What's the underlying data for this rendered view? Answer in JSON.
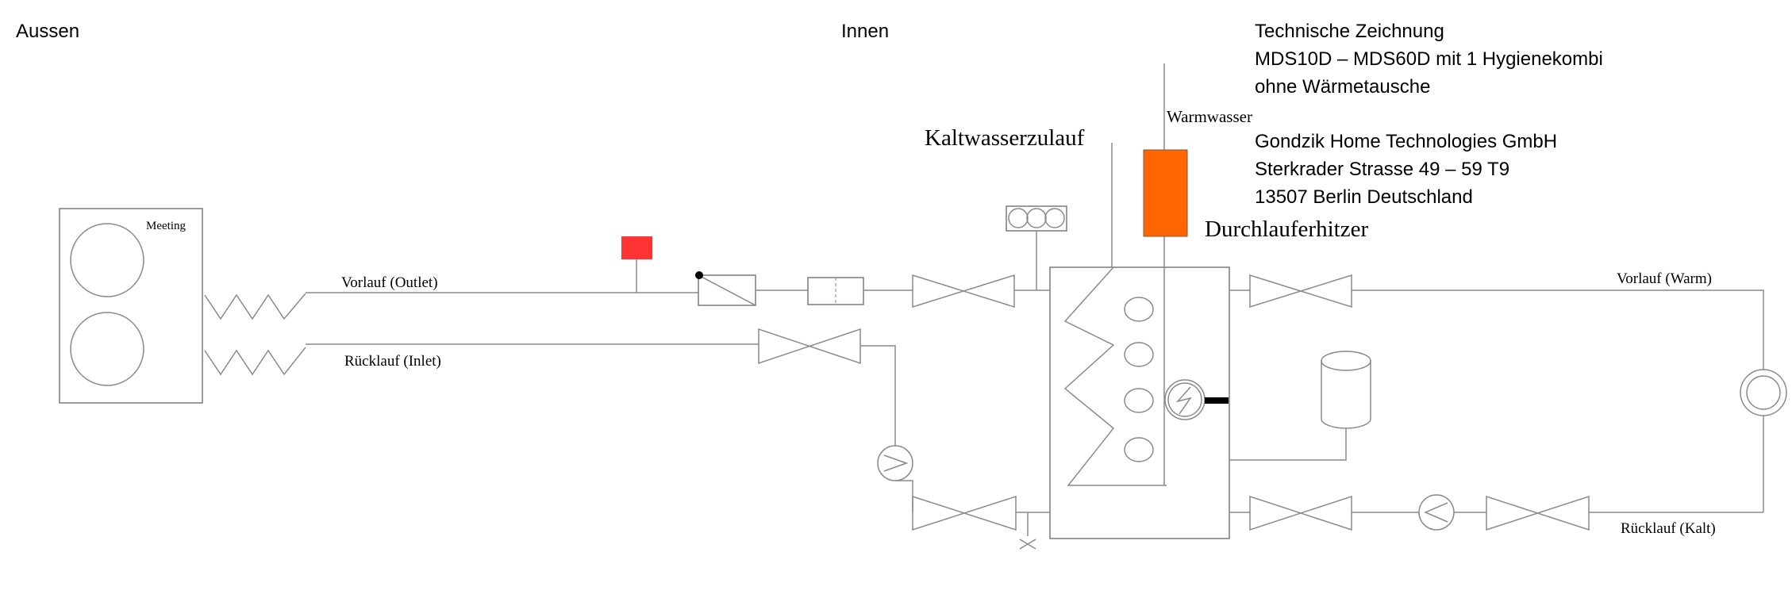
{
  "zones": {
    "outside": "Aussen",
    "inside": "Innen"
  },
  "title_block": {
    "line1": "Technische Zeichnung",
    "line2": "MDS10D – MDS60D mit 1 Hygienekombi",
    "line3": "ohne Wärmetausche",
    "company": "Gondzik Home Technologies GmbH",
    "street": "Sterkrader Strasse 49 – 59 T9",
    "city": "13507 Berlin Deutschland"
  },
  "labels": {
    "outdoor_unit": "Meeting",
    "vorlauf_outlet": "Vorlauf (Outlet)",
    "ruecklauf_inlet": "Rücklauf (Inlet)",
    "kaltwasserzulauf": "Kaltwasserzulauf",
    "warmwasser": "Warmwasser",
    "durchlauferhitzer": "Durchlauferhitzer",
    "vorlauf_warm": "Vorlauf (Warm)",
    "ruecklauf_kalt": "Rücklauf (Kalt)"
  },
  "colors": {
    "heater": "#ff6600",
    "valve_marker": "#ff3333",
    "line": "#8a8a8a"
  }
}
